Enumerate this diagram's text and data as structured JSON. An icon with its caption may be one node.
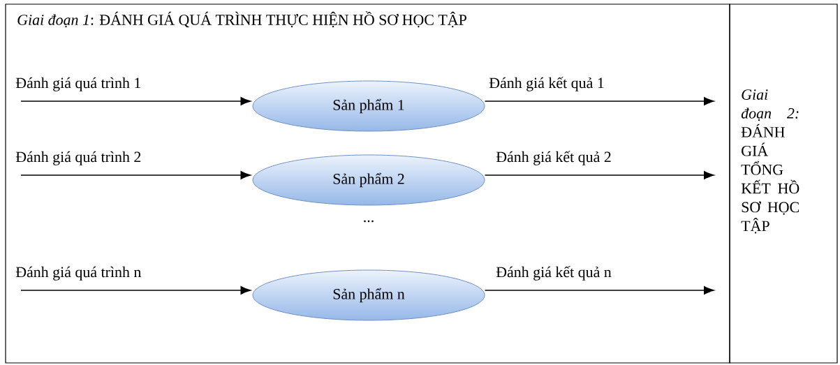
{
  "diagram": {
    "nodes": [
      {
        "text": [
          "*Giai đoạn 1*: ĐÁNH GIÁ QUÁ TRÌNH THỰC HIỆN HỒ SƠ HỌC TẬP"
        ]
      },
      {
        "text": [
          "*Giai đoạn 2:* ĐÁNH GIÁ TỔNG KẾT HỒ SƠ HỌC TẬP"
        ]
      },
      {
        "text": [
          "Sản phẩm 1"
        ],
        "in": 0
      },
      {
        "text": [
          "Sản phẩm 2"
        ],
        "in": 0
      },
      {
        "text": [
          "Sản phẩm n"
        ],
        "in": 0
      }
    ],
    "edges": [
      {
        "from": null,
        "to": 2,
        "arrow": "to",
        "label": "Đánh giá quá trình 1"
      },
      {
        "from": 2,
        "to": null,
        "arrow": "to",
        "label": "Đánh giá kết quả 1"
      },
      {
        "from": null,
        "to": 3,
        "arrow": "to",
        "label": "Đánh giá quá trình 2"
      },
      {
        "from": 3,
        "to": null,
        "arrow": "to",
        "label": "Đánh giá kết quả 2"
      },
      {
        "from": null,
        "to": 4,
        "arrow": "to",
        "label": "Đánh giá quá trình n"
      },
      {
        "from": 4,
        "to": null,
        "arrow": "to",
        "label": "Đánh giá kết quả n"
      }
    ],
    "labels": [
      "..."
    ]
  }
}
